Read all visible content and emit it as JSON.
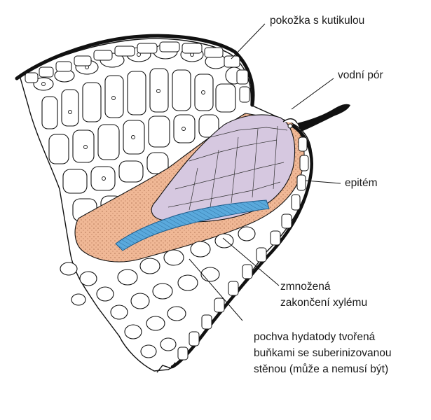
{
  "labels": {
    "cuticle": "pokožka s kutikulou",
    "water_pore": "vodní pór",
    "epithem": "epitém",
    "xylem_line1": "zmnožená",
    "xylem_line2": "zakončení xylému",
    "sheath_line1": "pochva hydatody tvořená",
    "sheath_line2": "buňkami se suberinizovanou",
    "sheath_line3": "stěnou (může a nemusí být)"
  },
  "colors": {
    "outline": "#111111",
    "cell_fill": "#ffffff",
    "epithem": "#d6c8e0",
    "sheath": "#f0b896",
    "xylem": "#5aa9dc",
    "background": "#ffffff"
  }
}
